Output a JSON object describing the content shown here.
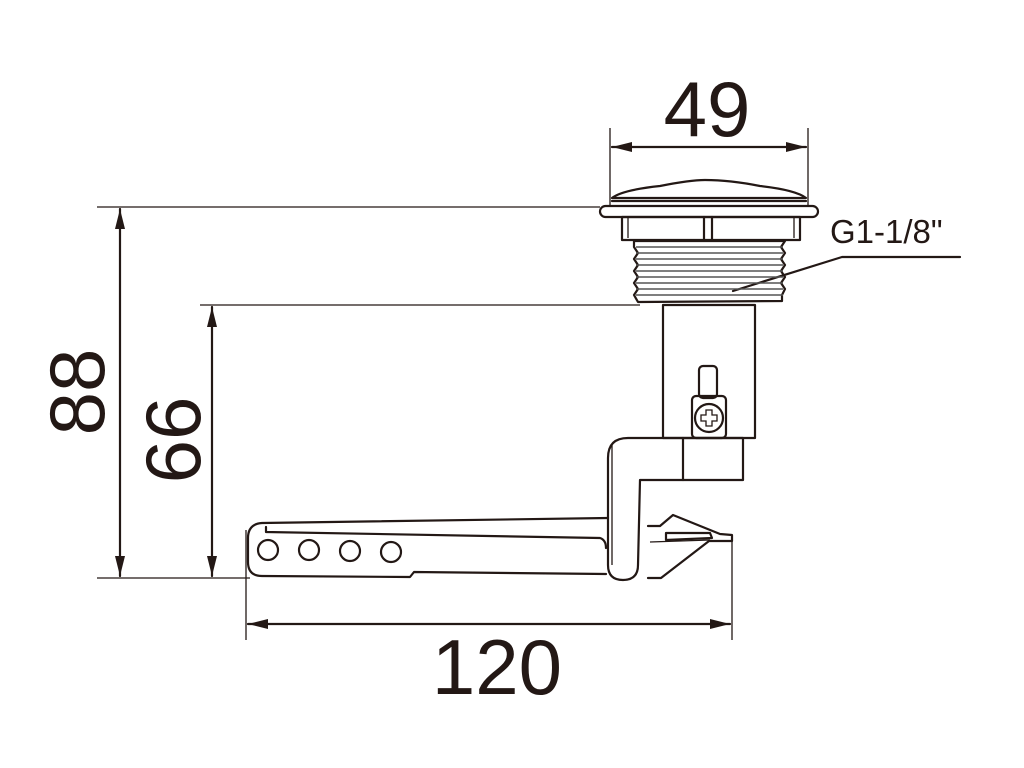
{
  "drawing": {
    "title": "Push button drain valve with lever – dimensions",
    "units": "mm",
    "dimensions": {
      "cap_diameter": "49",
      "total_height": "88",
      "lever_height": "66",
      "lever_length": "120"
    },
    "thread_label": "G1-1/8\"",
    "line_color": "#231815"
  }
}
